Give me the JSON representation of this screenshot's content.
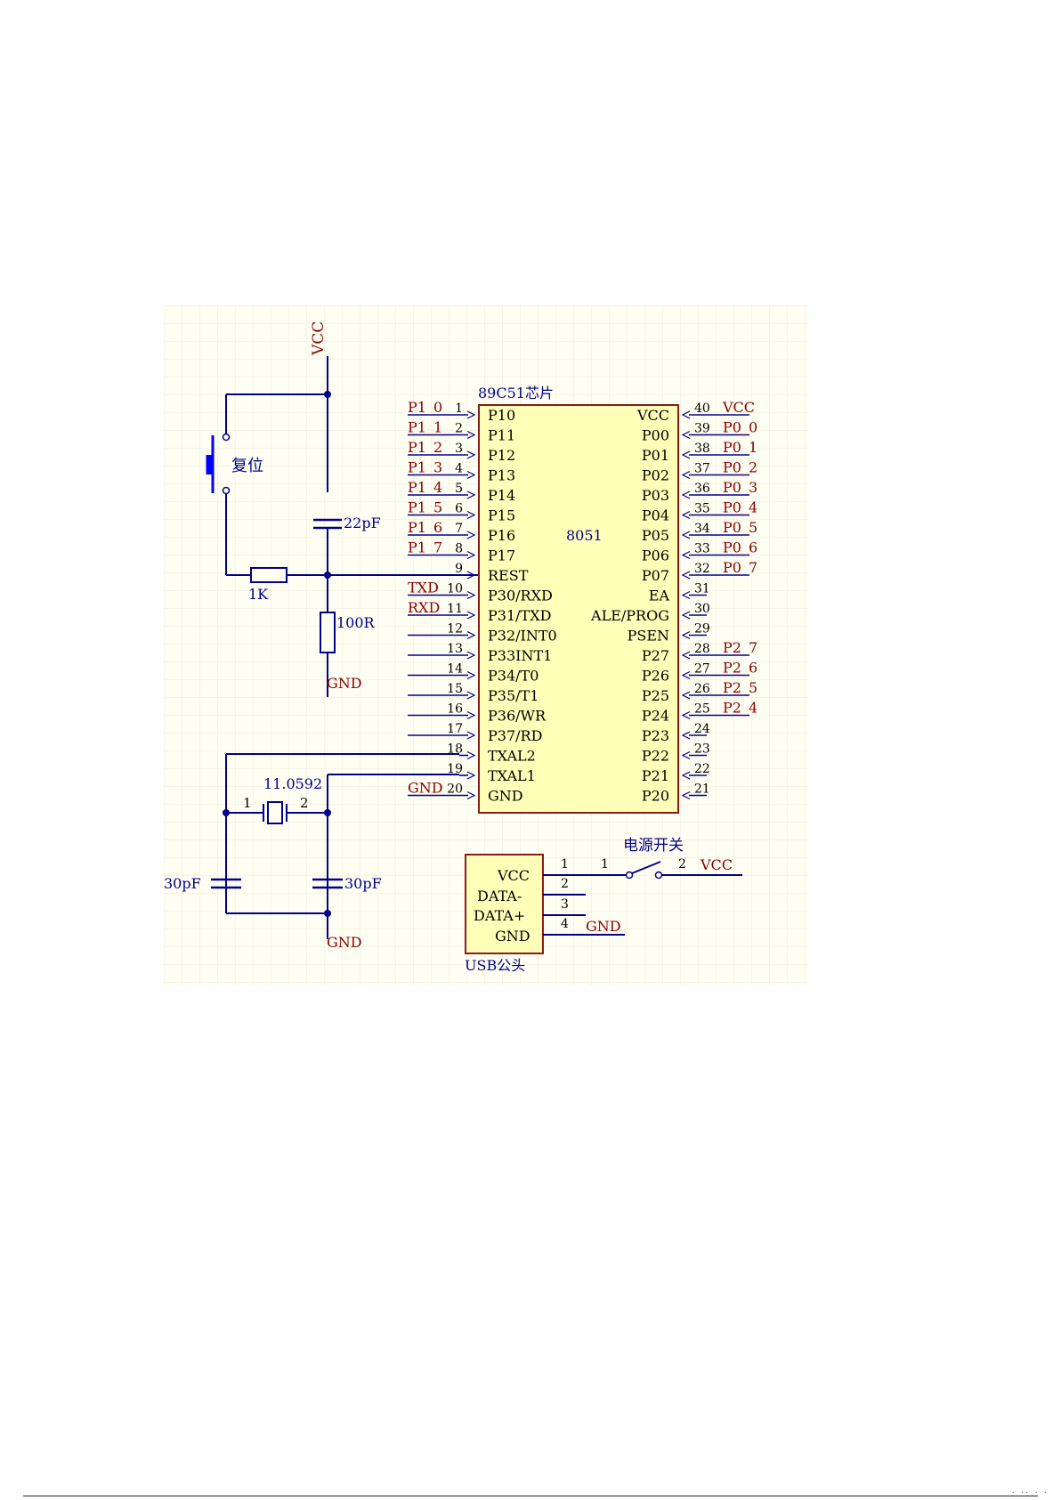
{
  "colors": {
    "wire": "#00008c",
    "net_label": "#8b0000",
    "part_label": "#00008c",
    "chip_fill": "#ffffb8",
    "chip_border": "#8b1a1a",
    "background": "#fffef2",
    "grid": "#ececd8"
  },
  "schematic": {
    "vcc_top": "VCC",
    "reset_button_label": "复位",
    "cap_reset": "22pF",
    "res_1k": "1K",
    "res_100r": "100R",
    "gnd_reset": "GND",
    "crystal_value": "11.0592",
    "crystal_pin1": "1",
    "crystal_pin2": "2",
    "cap_left": "30pF",
    "cap_right": "30pF",
    "gnd_crystal": "GND",
    "chip": {
      "name": "89C51芯片",
      "center_label": "8051",
      "left_pins": [
        {
          "num": "1",
          "name": "P10",
          "net": "P1_0"
        },
        {
          "num": "2",
          "name": "P11",
          "net": "P1_1"
        },
        {
          "num": "3",
          "name": "P12",
          "net": "P1_2"
        },
        {
          "num": "4",
          "name": "P13",
          "net": "P1_3"
        },
        {
          "num": "5",
          "name": "P14",
          "net": "P1_4"
        },
        {
          "num": "6",
          "name": "P15",
          "net": "P1_5"
        },
        {
          "num": "7",
          "name": "P16",
          "net": "P1_6"
        },
        {
          "num": "8",
          "name": "P17",
          "net": "P1_7"
        },
        {
          "num": "9",
          "name": "REST",
          "net": ""
        },
        {
          "num": "10",
          "name": "P30/RXD",
          "net": "TXD"
        },
        {
          "num": "11",
          "name": "P31/TXD",
          "net": "RXD"
        },
        {
          "num": "12",
          "name": "P32/INT0",
          "net": ""
        },
        {
          "num": "13",
          "name": "P33INT1",
          "net": ""
        },
        {
          "num": "14",
          "name": "P34/T0",
          "net": ""
        },
        {
          "num": "15",
          "name": "P35/T1",
          "net": ""
        },
        {
          "num": "16",
          "name": "P36/WR",
          "net": ""
        },
        {
          "num": "17",
          "name": "P37/RD",
          "net": ""
        },
        {
          "num": "18",
          "name": "TXAL2",
          "net": ""
        },
        {
          "num": "19",
          "name": "TXAL1",
          "net": ""
        },
        {
          "num": "20",
          "name": "GND",
          "net": "GND"
        }
      ],
      "right_pins": [
        {
          "num": "40",
          "name": "VCC",
          "net": "VCC"
        },
        {
          "num": "39",
          "name": "P00",
          "net": "P0_0"
        },
        {
          "num": "38",
          "name": "P01",
          "net": "P0_1"
        },
        {
          "num": "37",
          "name": "P02",
          "net": "P0_2"
        },
        {
          "num": "36",
          "name": "P03",
          "net": "P0_3"
        },
        {
          "num": "35",
          "name": "P04",
          "net": "P0_4"
        },
        {
          "num": "34",
          "name": "P05",
          "net": "P0_5"
        },
        {
          "num": "33",
          "name": "P06",
          "net": "P0_6"
        },
        {
          "num": "32",
          "name": "P07",
          "net": "P0_7"
        },
        {
          "num": "31",
          "name": "EA",
          "net": ""
        },
        {
          "num": "30",
          "name": "ALE/PROG",
          "net": ""
        },
        {
          "num": "29",
          "name": "PSEN",
          "net": ""
        },
        {
          "num": "28",
          "name": "P27",
          "net": "P2_7"
        },
        {
          "num": "27",
          "name": "P26",
          "net": "P2_6"
        },
        {
          "num": "26",
          "name": "P25",
          "net": "P2_5"
        },
        {
          "num": "25",
          "name": "P24",
          "net": "P2_4"
        },
        {
          "num": "24",
          "name": "P23",
          "net": ""
        },
        {
          "num": "23",
          "name": "P22",
          "net": ""
        },
        {
          "num": "22",
          "name": "P21",
          "net": ""
        },
        {
          "num": "21",
          "name": "P20",
          "net": ""
        }
      ]
    },
    "usb": {
      "name": "USB公头",
      "pins": [
        {
          "num": "1",
          "name": "VCC"
        },
        {
          "num": "2",
          "name": "DATA-"
        },
        {
          "num": "3",
          "name": "DATA+"
        },
        {
          "num": "4",
          "name": "GND"
        }
      ],
      "gnd_net": "GND"
    },
    "power_switch": {
      "label": "电源开关",
      "pin1": "1",
      "pin2": "2",
      "net": "VCC"
    }
  }
}
